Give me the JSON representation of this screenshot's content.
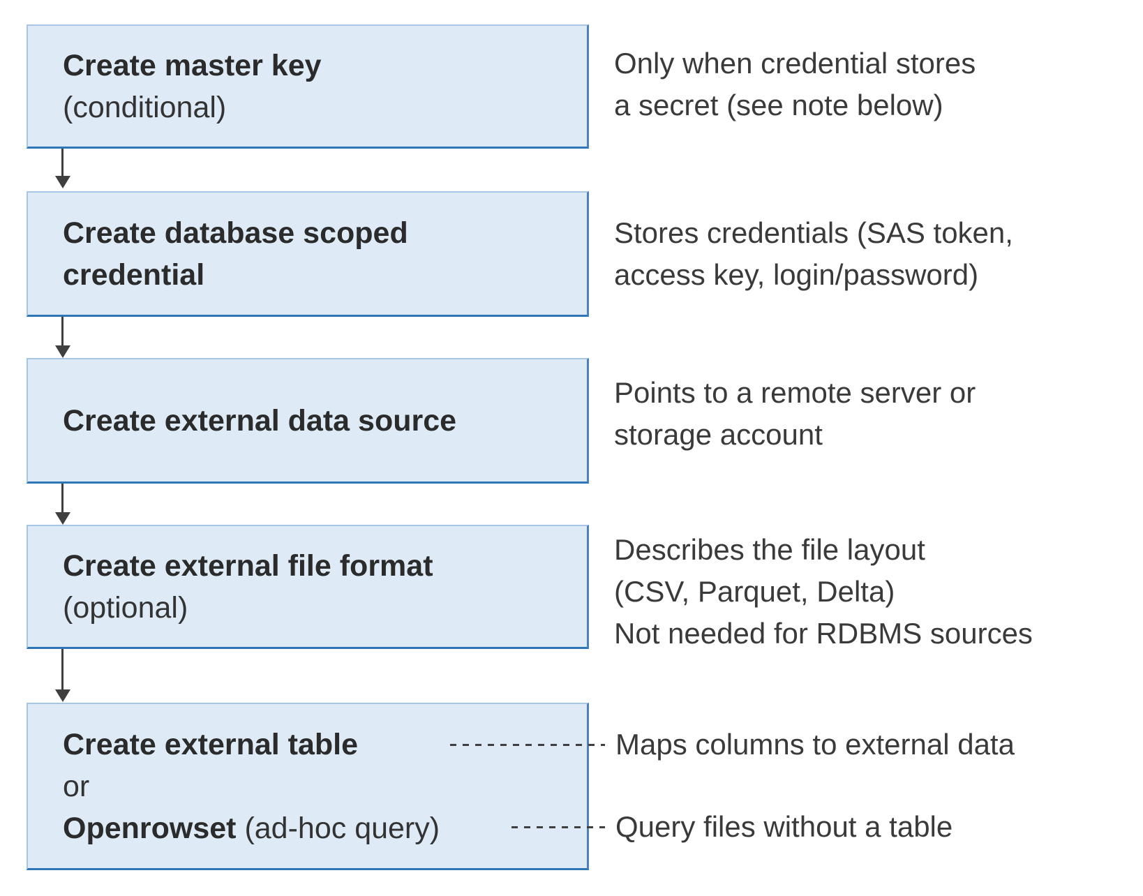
{
  "flow": {
    "steps": [
      {
        "title": "Create master key",
        "subtitle": "(conditional)"
      },
      {
        "title": "Create database scoped credential"
      },
      {
        "title": "Create external data source"
      },
      {
        "title": "Create external file format",
        "subtitle": "(optional)"
      }
    ],
    "final_step": {
      "option1": "Create external table",
      "connector": "or",
      "option2_name": "Openrowset",
      "option2_qualifier": " (ad-hoc query)"
    },
    "annotations": [
      {
        "lines": [
          "Only when credential stores",
          "a secret (see note below)"
        ]
      },
      {
        "lines": [
          "Stores credentials (SAS token,",
          "access key, login/password)"
        ]
      },
      {
        "lines": [
          "Points to a remote server or",
          "storage account"
        ]
      },
      {
        "lines": [
          "Describes the file layout",
          "(CSV, Parquet, Delta)",
          "Not needed for RDBMS sources"
        ]
      }
    ],
    "final_annotations": {
      "external_table_note": "Maps columns to external data",
      "openrowset_note": "Query files without a table"
    },
    "colors": {
      "box_fill": "#deebf7",
      "box_border_light": "#a6c5e7",
      "box_border_right": "#4e81bb",
      "box_border_bottom": "#2e75b6",
      "arrow": "#3f3f3f",
      "title_text": "#2b2b2b",
      "note_text": "#3a3a3a"
    }
  }
}
